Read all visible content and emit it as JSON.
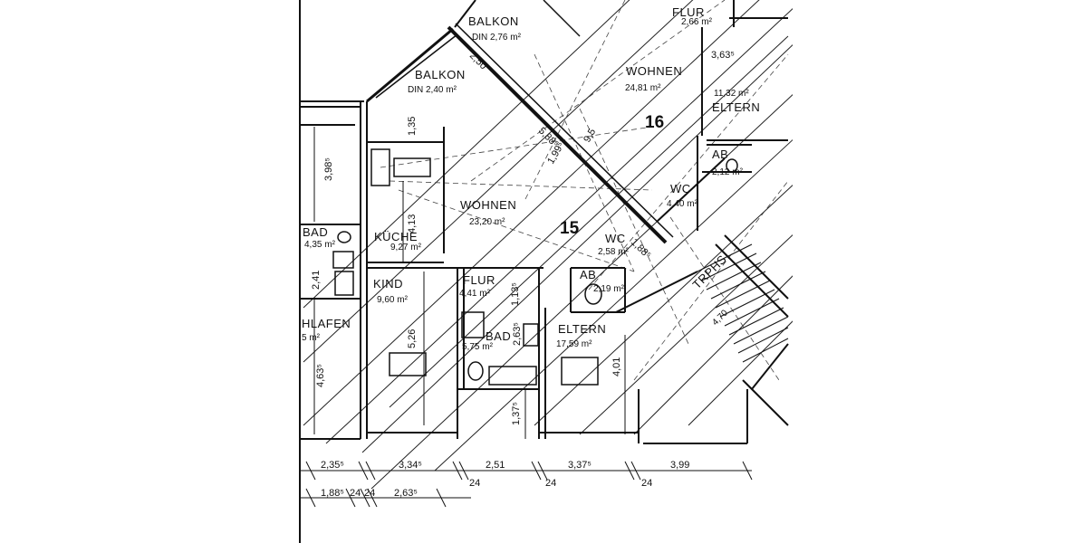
{
  "plan": {
    "apartment_numbers": [
      "15",
      "16"
    ],
    "rooms": [
      {
        "id": "balkon-top",
        "name": "BALKON",
        "area": "DIN 2,76 m²"
      },
      {
        "id": "balkon-mid",
        "name": "BALKON",
        "area": "DIN 2,40 m²"
      },
      {
        "id": "wohnen-16",
        "name": "WOHNEN",
        "area": "24,81 m²"
      },
      {
        "id": "eltern-16",
        "name": "ELTERN",
        "area": "11,32 m²"
      },
      {
        "id": "ab-16",
        "name": "AB",
        "area": "2,12 m²"
      },
      {
        "id": "wc-16",
        "name": "WC",
        "area": "4,40 m²"
      },
      {
        "id": "flur-16",
        "name": "FLUR",
        "area": "2,66 m²"
      },
      {
        "id": "wohnen-15",
        "name": "WOHNEN",
        "area": "23,20 m²"
      },
      {
        "id": "kueche",
        "name": "KÜCHE",
        "area": "9,27 m²"
      },
      {
        "id": "bad-left",
        "name": "BAD",
        "area": "4,35 m²"
      },
      {
        "id": "kind",
        "name": "KIND",
        "area": "9,60 m²"
      },
      {
        "id": "flur-15",
        "name": "FLUR",
        "area": "4,41 m²"
      },
      {
        "id": "bad-15",
        "name": "BAD",
        "area": "5,75 m²"
      },
      {
        "id": "wc-15",
        "name": "WC",
        "area": "2,58 m²"
      },
      {
        "id": "ab-15",
        "name": "AB",
        "area": "2,19 m²"
      },
      {
        "id": "eltern-15",
        "name": "ELTERN",
        "area": "17,59 m²"
      },
      {
        "id": "schlafen",
        "name": "HLAFEN",
        "area": "5 m²"
      },
      {
        "id": "treppe",
        "name": "TRPHS",
        "area": "4,70"
      }
    ],
    "dimensions_row1": [
      "2,35⁵",
      "3,34⁵",
      "2,51",
      "3,37⁵",
      "3,99"
    ],
    "dimensions_row2": [
      "1,88⁵",
      "24",
      "24",
      "2,63⁵",
      "24",
      "24",
      "24"
    ],
    "dimensions_vertical": [
      "3,98⁵",
      "4,13",
      "5,26",
      "4,63⁵",
      "1,37⁵",
      "4,01",
      "1,13⁵",
      "2,63⁵",
      "1,35"
    ],
    "dimensions_misc": [
      "2,50",
      "5,88⁵",
      "1,99⁵",
      "9,5",
      "3,63⁵",
      "2,41",
      "1,88⁵"
    ]
  }
}
